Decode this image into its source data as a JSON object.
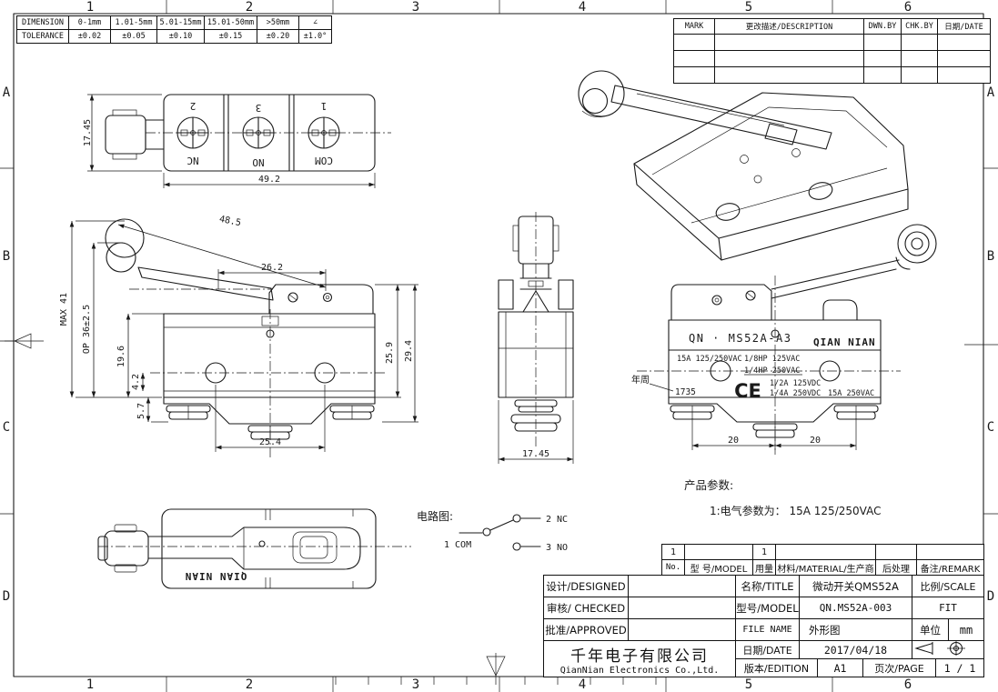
{
  "border": {
    "top_numbers": [
      "1",
      "2",
      "3",
      "4",
      "5",
      "6"
    ],
    "bottom_numbers": [
      "1",
      "2",
      "3",
      "4",
      "5",
      "6"
    ],
    "left_letters": [
      "A",
      "B",
      "C",
      "D"
    ],
    "right_letters": [
      "A",
      "B",
      "C",
      "D"
    ]
  },
  "tolerance_table": {
    "row1_header": "DIMENSION",
    "row2_header": "TOLERANCE",
    "cols": [
      {
        "dim": "0-1mm",
        "tol": "±0.02"
      },
      {
        "dim": "1.01-5mm",
        "tol": "±0.05"
      },
      {
        "dim": "5.01-15mm",
        "tol": "±0.10"
      },
      {
        "dim": "15.01-50mm",
        "tol": "±0.15"
      },
      {
        "dim": ">50mm",
        "tol": "±0.20"
      },
      {
        "dim": "∠",
        "tol": "±1.0°"
      }
    ]
  },
  "revision_table": {
    "headers": [
      "MARK",
      "更改描述/DESCRIPTION",
      "DWN.BY",
      "CHK.BY",
      "日期/DATE"
    ]
  },
  "views": {
    "top_view": {
      "terminal_numbers": [
        "2",
        "3",
        "1"
      ],
      "terminal_labels": [
        "NC",
        "NO",
        "COM"
      ],
      "dim_height": "17.45",
      "dim_width": "49.2"
    },
    "front_view": {
      "dim_lever": "48.5",
      "dim_top": "26.2",
      "dim_max": "MAX 41",
      "dim_op": "OP 36±2.5",
      "dim_196": "19.6",
      "dim_42": "4.2",
      "dim_57": "5.7",
      "dim_254": "25.4",
      "dim_259": "25.9",
      "dim_294": "29.4"
    },
    "side_view": {
      "dim_width": "17.45"
    },
    "back_view": {
      "model": "QN · MS52A-A3",
      "brand": "QIAN NIAN",
      "rating1": "15A 125/250VAC",
      "rating2": "1/8HP 125VAC",
      "rating3": "1/4HP 250VAC",
      "rating4": "1/2A 125VDC",
      "rating5": "1/4A 250VDC",
      "rating6": "15A 250VAC",
      "ce_mark": "CE",
      "date_code_label": "年周",
      "date_code": "1735",
      "dim_left": "20",
      "dim_right": "20"
    },
    "bottom_view": {
      "brand": "QIAN NIAN"
    }
  },
  "circuit": {
    "title": "电路图:",
    "com": "1 COM",
    "nc": "2 NC",
    "no": "3 NO"
  },
  "product_params": {
    "title": "产品参数:",
    "line1": "1:电气参数为：  15A 125/250VAC"
  },
  "title_block": {
    "parts_no": "1",
    "parts_qty": "1",
    "h_no": "No.",
    "h_model": "型 号/MODEL",
    "h_qty": "用量",
    "h_material": "材料/MATERIAL/生产商",
    "h_post": "后处理",
    "h_remark": "备注/REMARK",
    "designed_label": "设计/DESIGNED",
    "checked_label": "审核/ CHECKED",
    "approved_label": "批准/APPROVED",
    "title_label": "名称/TITLE",
    "title_value": "微动开关QMS52A",
    "scale_label": "比例/SCALE",
    "model_label": "型号/MODEL",
    "model_value": "QN.MS52A-003",
    "scale_value": "FIT",
    "file_label": "FILE NAME",
    "file_value": "外形图",
    "unit_label": "单位",
    "unit_value": "mm",
    "date_label": "日期/DATE",
    "date_value": "2017/04/18",
    "edition_label": "版本/EDITION",
    "edition_value": "A1",
    "page_label": "页次/PAGE",
    "page_value": "1 / 1",
    "company_cn": "千年电子有限公司",
    "company_en": "QianNian Electronics Co.,Ltd."
  }
}
